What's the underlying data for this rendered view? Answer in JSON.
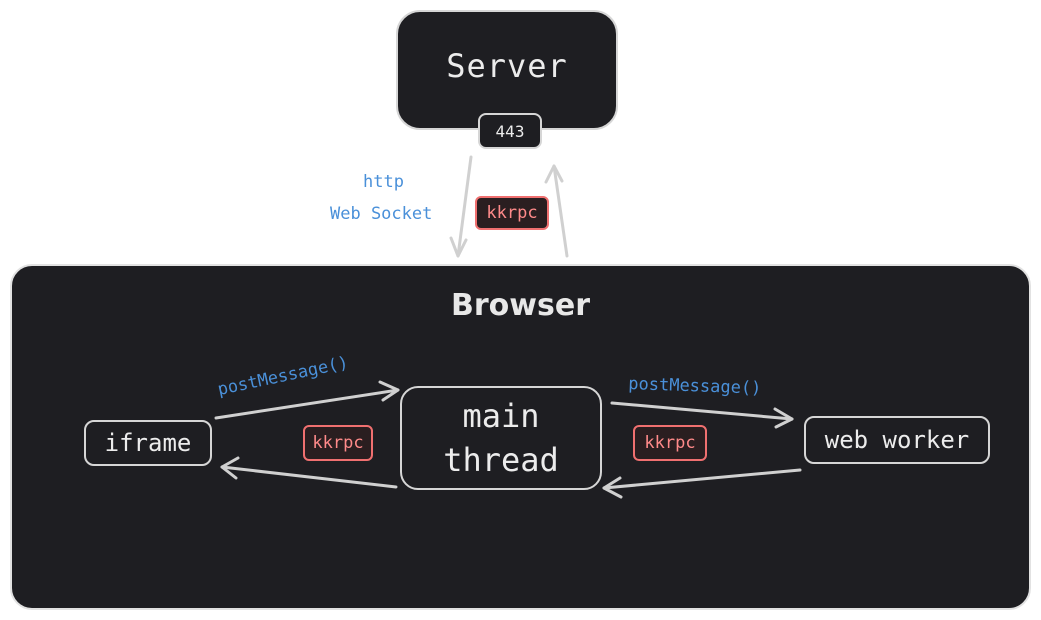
{
  "server": {
    "label": "Server",
    "port": "443"
  },
  "protocols": {
    "http": "http",
    "websocket": "Web Socket"
  },
  "browser": {
    "title": "Browser"
  },
  "nodes": {
    "iframe": "iframe",
    "main_thread_line1": "main",
    "main_thread_line2": "thread",
    "web_worker": "web worker"
  },
  "badges": {
    "top": "kkrpc",
    "left": "kkrpc",
    "right": "kkrpc"
  },
  "edges": {
    "left_label": "postMessage()",
    "right_label": "postMessage()"
  },
  "colors": {
    "box_bg": "#1e1e22",
    "badge_border": "#f07070",
    "label_blue": "#4a90d9",
    "arrow": "#d0d0d0"
  }
}
